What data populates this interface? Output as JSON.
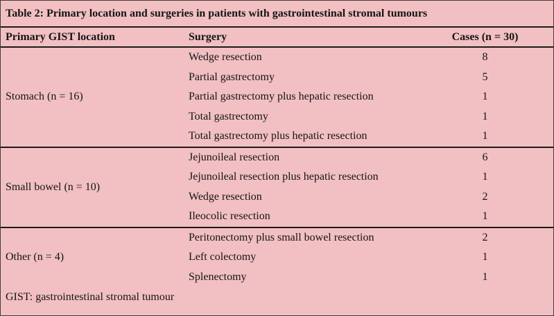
{
  "title": "Table 2: Primary location and surgeries in patients with gastrointestinal stromal tumours",
  "columns": {
    "location": "Primary GIST location",
    "surgery": "Surgery",
    "cases": "Cases (n = 30)"
  },
  "groups": [
    {
      "location": "Stomach (n = 16)",
      "rows": [
        {
          "surgery": "Wedge resection",
          "cases": "8"
        },
        {
          "surgery": "Partial gastrectomy",
          "cases": "5"
        },
        {
          "surgery": "Partial gastrectomy plus hepatic resection",
          "cases": "1"
        },
        {
          "surgery": "Total gastrectomy",
          "cases": "1"
        },
        {
          "surgery": "Total gastrectomy plus hepatic resection",
          "cases": "1"
        }
      ]
    },
    {
      "location": "Small bowel (n = 10)",
      "rows": [
        {
          "surgery": "Jejunoileal resection",
          "cases": "6"
        },
        {
          "surgery": "Jejunoileal resection plus hepatic resection",
          "cases": "1"
        },
        {
          "surgery": "Wedge resection",
          "cases": "2"
        },
        {
          "surgery": "Ileocolic resection",
          "cases": "1"
        }
      ]
    },
    {
      "location": "Other (n = 4)",
      "rows": [
        {
          "surgery": "Peritonectomy plus small bowel resection",
          "cases": "2"
        },
        {
          "surgery": "Left colectomy",
          "cases": "1"
        },
        {
          "surgery": "Splenectomy",
          "cases": "1"
        }
      ]
    }
  ],
  "footnote": "GIST: gastrointestinal stromal tumour",
  "colors": {
    "background": "#f2c0c2",
    "rule_line": "#1a1a1a",
    "text": "#151515"
  }
}
